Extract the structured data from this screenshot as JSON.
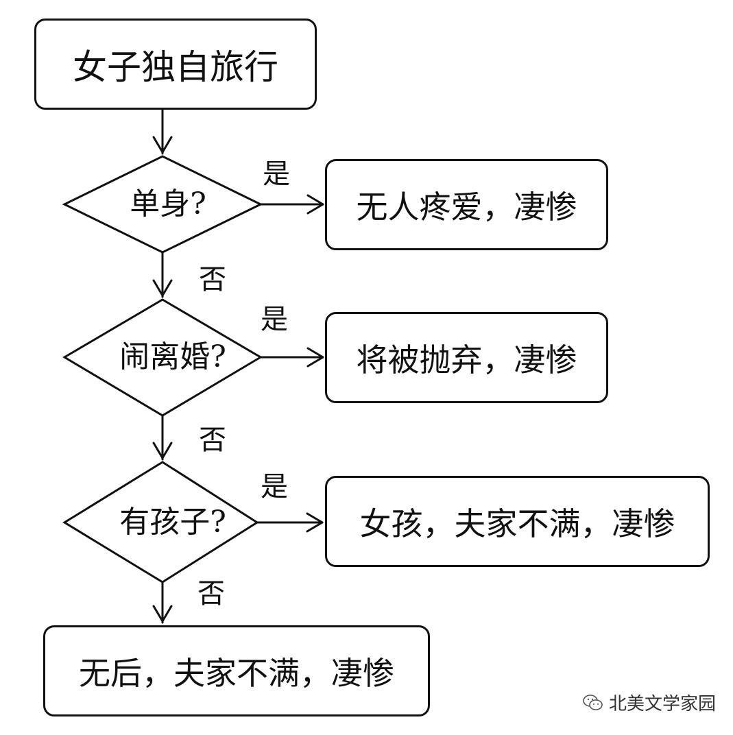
{
  "start": {
    "text": "女子独自旅行"
  },
  "decisions": [
    {
      "question": "单身?",
      "yes_label": "是",
      "no_label": "否",
      "result": "无人疼爱，凄惨"
    },
    {
      "question": "闹离婚?",
      "yes_label": "是",
      "no_label": "否",
      "result": "将被抛弃，凄惨"
    },
    {
      "question": "有孩子?",
      "yes_label": "是",
      "no_label": "否",
      "result": "女孩，夫家不满，凄惨"
    }
  ],
  "end": {
    "text": "无后，夫家不满，凄惨"
  },
  "watermark": {
    "text": "北美文学家园",
    "icon": "wechat-icon"
  }
}
